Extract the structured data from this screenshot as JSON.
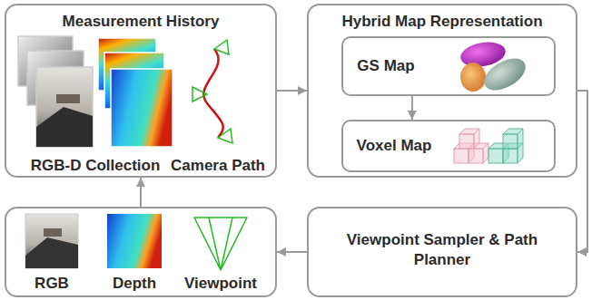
{
  "diagram": {
    "nodes": [
      {
        "text": [
          "Measurement History",
          "RGB-D Collection",
          "Camera Path"
        ]
      },
      {
        "text": [
          "Hybrid Map Representation"
        ]
      },
      {
        "text": [
          "GS Map"
        ],
        "in": 1
      },
      {
        "text": [
          "Voxel Map"
        ],
        "in": 1
      },
      {
        "text": [
          "Viewpoint Sampler & Path Planner"
        ]
      },
      {
        "text": [
          "RGB",
          "Depth",
          "Viewpoint"
        ]
      }
    ],
    "edges": [
      {
        "from": 0,
        "to": 1,
        "arrow": "to"
      },
      {
        "from": 2,
        "to": 3,
        "arrow": "to"
      },
      {
        "from": 1,
        "to": 4,
        "arrow": "to"
      },
      {
        "from": 4,
        "to": 5,
        "arrow": "to"
      },
      {
        "from": 5,
        "to": 0,
        "arrow": "to"
      }
    ]
  }
}
